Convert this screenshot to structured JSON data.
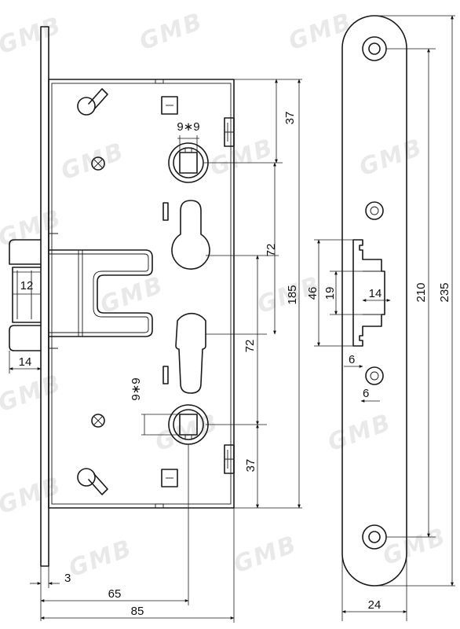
{
  "watermark": {
    "text": "GMB"
  },
  "dimensions": {
    "backset_65": "65",
    "width_85": "85",
    "faceplate_3": "3",
    "latch_12": "12",
    "latch_14": "14",
    "top_37": "37",
    "bottom_37": "37",
    "square_top": "9∗9",
    "square_bottom": "9∗9",
    "upper_72": "72",
    "lower_72": "72",
    "body_185": "185",
    "bolt_46": "46",
    "bolt_19": "19",
    "bolt_14": "14",
    "edge_6a": "6",
    "edge_6b": "6",
    "strike_210": "210",
    "strike_235": "235",
    "strike_24": "24"
  }
}
